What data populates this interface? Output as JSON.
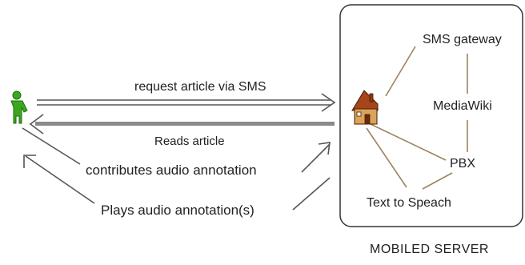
{
  "diagram": {
    "title": "MOBILED SERVER",
    "nodes": {
      "sms_gateway": "SMS gateway",
      "mediawiki": "MediaWiki",
      "pbx": "PBX",
      "tts": "Text to Speach"
    },
    "messages": {
      "request": "request article via SMS",
      "reads": "Reads article",
      "contributes": "contributes audio annotation",
      "plays": "Plays audio annotation(s)"
    }
  },
  "colors": {
    "user_green": "#3aa81e",
    "house_roof": "#8b3a10",
    "house_wall": "#d9a35a",
    "connector": "#9c8460",
    "arrow": "#444444"
  },
  "icons": {
    "user": "user-icon",
    "server": "house-icon"
  }
}
